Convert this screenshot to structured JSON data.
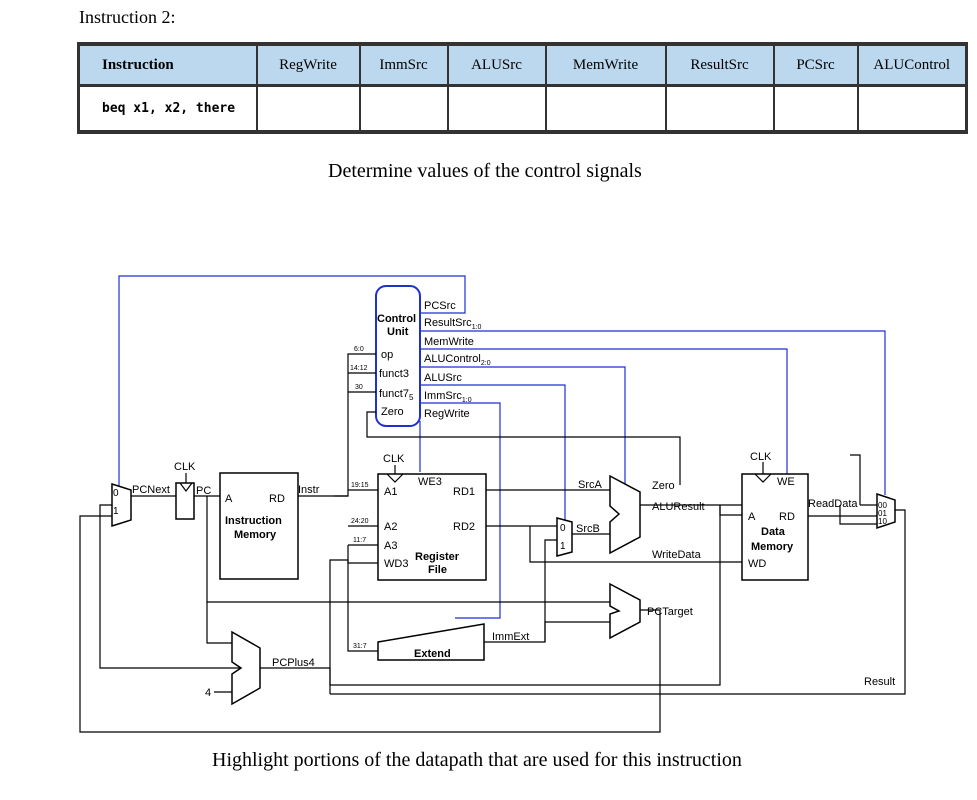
{
  "heading": "Instruction 2:",
  "table": {
    "headers": [
      "Instruction",
      "RegWrite",
      "ImmSrc",
      "ALUSrc",
      "MemWrite",
      "ResultSrc",
      "PCSrc",
      "ALUControl"
    ],
    "row": [
      "beq x1, x2, there",
      "",
      "",
      "",
      "",
      "",
      "",
      ""
    ]
  },
  "caption_top": "Determine values of the control signals",
  "caption_bottom": "Highlight portions of the datapath that are used for this instruction",
  "diagram": {
    "control_unit": {
      "title_1": "Control",
      "title_2": "Unit",
      "in_op": "op",
      "in_funct3": "funct3",
      "in_funct7": "funct7",
      "in_funct7_sub": "5",
      "in_zero": "Zero",
      "out_pcsrc": "PCSrc",
      "out_resultsrc": "ResultSrc",
      "out_resultsrc_sub": "1:0",
      "out_memwrite": "MemWrite",
      "out_alucontrol": "ALUControl",
      "out_alucontrol_sub": "2:0",
      "out_alusrc": "ALUSrc",
      "out_immsrc": "ImmSrc",
      "out_immsrc_sub": "1:0",
      "out_regwrite": "RegWrite"
    },
    "bits": {
      "b6_0": "6:0",
      "b14_12": "14:12",
      "b30": "30",
      "b19_15": "19:15",
      "b24_20": "24:20",
      "b11_7": "11:7",
      "b31_7": "31:7"
    },
    "clk": "CLK",
    "pc_mux": {
      "in0": "0",
      "in1": "1"
    },
    "pcnext": "PCNext",
    "pc": "PC",
    "imem": {
      "port_a": "A",
      "port_rd": "RD",
      "title_1": "Instruction",
      "title_2": "Memory"
    },
    "instr": "Instr",
    "regfile": {
      "we3": "WE3",
      "a1": "A1",
      "a2": "A2",
      "a3": "A3",
      "wd3": "WD3",
      "rd1": "RD1",
      "rd2": "RD2",
      "title_1": "Register",
      "title_2": "File"
    },
    "srca": "SrcA",
    "srcb": "SrcB",
    "srcb_mux": {
      "in0": "0",
      "in1": "1"
    },
    "zero": "Zero",
    "aluresult": "ALUResult",
    "writedata": "WriteData",
    "dmem": {
      "we": "WE",
      "port_a": "A",
      "port_rd": "RD",
      "title_1": "Data",
      "title_2": "Memory",
      "wd": "WD"
    },
    "readdata": "ReadData",
    "result_mux": {
      "in00": "00",
      "in01": "01",
      "in10": "10"
    },
    "pctarget": "PCTarget",
    "immext": "ImmExt",
    "extend": "Extend",
    "pcplus4": "PCPlus4",
    "four": "4",
    "result": "Result"
  }
}
